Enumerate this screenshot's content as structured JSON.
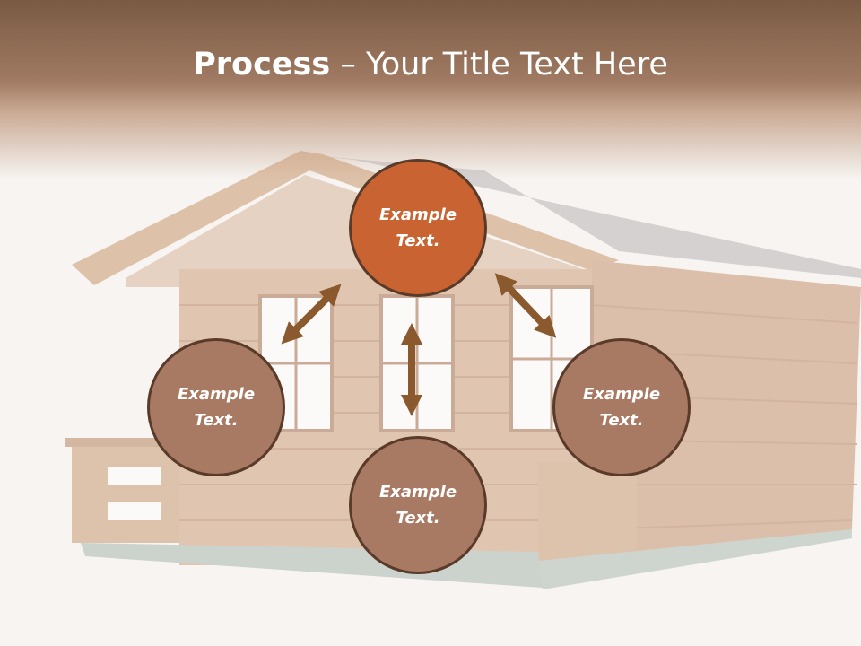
{
  "title": {
    "bold": "Process",
    "rest": " – Your Title Text Here"
  },
  "nodes": {
    "top": {
      "text": "Example\nText."
    },
    "left": {
      "text": "Example\nText."
    },
    "right": {
      "text": "Example\nText."
    },
    "bottom": {
      "text": "Example\nText."
    }
  },
  "colors": {
    "header": "#7a5a44",
    "highlight_node": "#c96432",
    "node": "#a87a63",
    "arrow": "#8a5a2e"
  }
}
